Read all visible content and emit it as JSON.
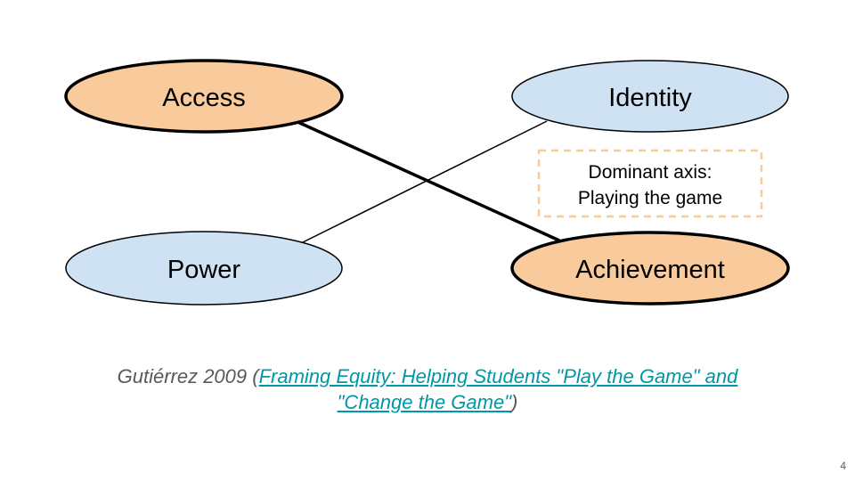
{
  "diagram": {
    "nodes": {
      "access": {
        "label": "Access",
        "emphasis": true
      },
      "identity": {
        "label": "Identity",
        "emphasis": false
      },
      "power": {
        "label": "Power",
        "emphasis": false
      },
      "achievement": {
        "label": "Achievement",
        "emphasis": true
      }
    },
    "edges": [
      {
        "from": "access",
        "to": "achievement",
        "weight": "thick"
      },
      {
        "from": "power",
        "to": "identity",
        "weight": "thin"
      }
    ],
    "callout": {
      "line1": "Dominant axis:",
      "line2": "Playing the game"
    },
    "colors": {
      "emphasis_fill": "#f9cb9c",
      "normal_fill": "#cfe2f3",
      "callout_border": "#f9cb9c",
      "stroke": "#000000"
    }
  },
  "citation": {
    "prefix": "Gutiérrez 2009 (",
    "link_text": "Framing Equity: Helping Students \"Play the Game\" and \"Change the Game\"",
    "suffix": ")"
  },
  "slide_number": "4"
}
